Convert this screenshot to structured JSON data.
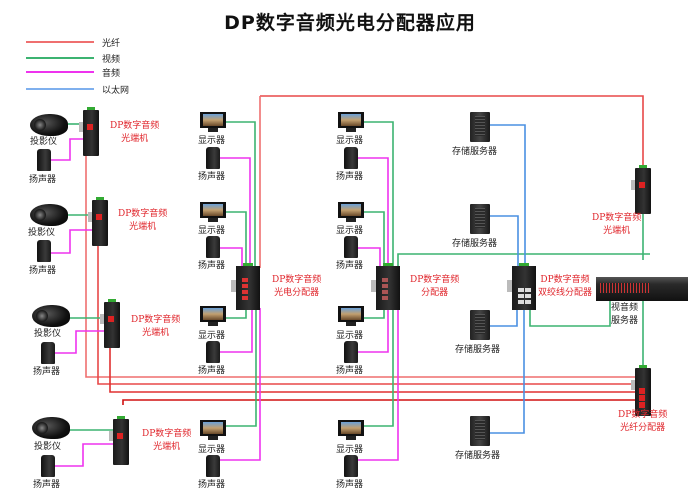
{
  "title": "DP数字音频光电分配器应用",
  "legend": [
    {
      "label": "光纤",
      "color": "#ef6f6f"
    },
    {
      "label": "视频",
      "color": "#3cb371"
    },
    {
      "label": "音频",
      "color": "#ee33ee"
    },
    {
      "label": "以太网",
      "color": "#5b9be8"
    }
  ],
  "colors": {
    "fiber": "#ef6f6f",
    "fiber_dark": "#e01818",
    "video": "#3cb371",
    "audio": "#ee33ee",
    "ethernet": "#4a90e2",
    "device_label": "#e0262c"
  },
  "left_column": [
    {
      "projector": "投影仪",
      "speaker": "扬声器",
      "device": "DP数字音频\n光端机",
      "device_lines": [
        "DP数字音频",
        "光端机"
      ]
    },
    {
      "projector": "投影仪",
      "speaker": "扬声器",
      "device_lines": [
        "DP数字音频",
        "光端机"
      ]
    },
    {
      "projector": "投影仪",
      "speaker": "扬声器",
      "device_lines": [
        "DP数字音频",
        "光端机"
      ]
    },
    {
      "projector": "投影仪",
      "speaker": "扬声器",
      "device_lines": [
        "DP数字音频",
        "光端机"
      ]
    }
  ],
  "splitter_oe": {
    "lines": [
      "DP数字音频",
      "光电分配器"
    ]
  },
  "splitter_audio": {
    "lines": [
      "DP数字音频",
      "分配器"
    ]
  },
  "splitter_twisted": {
    "lines": [
      "DP数字音频",
      "双绞线分配器"
    ]
  },
  "right_converter": {
    "lines": [
      "DP数字音频",
      "光端机"
    ]
  },
  "fiber_splitter": {
    "lines": [
      "DP数字音频",
      "光纤分配器"
    ]
  },
  "av_server": {
    "lines": [
      "视音频",
      "服务器"
    ]
  },
  "display_label": "显示器",
  "speaker_label": "扬声器",
  "storage_label": "存储服务器"
}
